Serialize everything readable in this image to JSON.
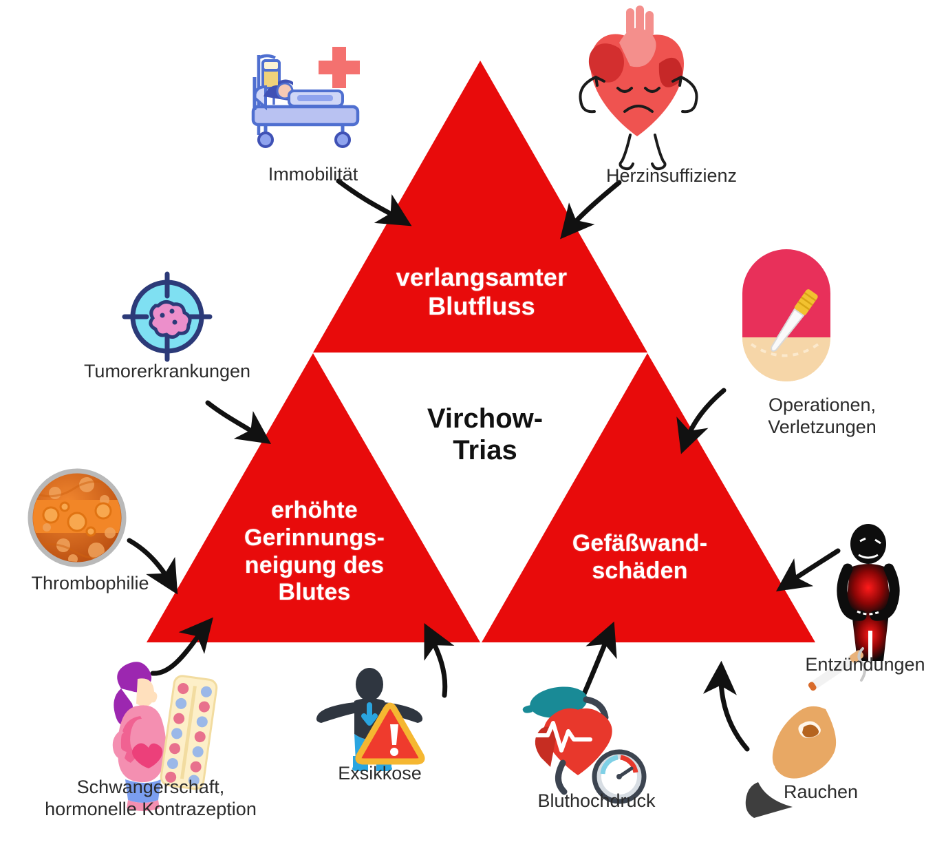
{
  "diagram": {
    "title": "Virchow-Trias",
    "center_line1": "Virchow-",
    "center_line2": "Trias",
    "accent_red": "#E80B0B",
    "text_white": "#FFFFFF",
    "text_dark": "#2B2B2B",
    "background": "#FFFFFF"
  },
  "triangles": [
    {
      "id": "top",
      "label": "verlangsamter Blutfluss",
      "line1": "verlangsamter",
      "line2": "Blutfluss",
      "color": "#E80B0B"
    },
    {
      "id": "left",
      "label": "erhöhte Gerinnungsneigung des Blutes",
      "line1": "erhöhte",
      "line2": "Gerinnungs-",
      "line3": "neigung des",
      "line4": "Blutes",
      "color": "#E80B0B"
    },
    {
      "id": "right",
      "label": "Gefäßwandschäden",
      "line1": "Gefäßwand-",
      "line2": "schäden",
      "color": "#E80B0B"
    }
  ],
  "nodes": [
    {
      "id": "immobilitaet",
      "label": "Immobilität",
      "icon": "hospital-bed-icon",
      "points_to": "top"
    },
    {
      "id": "herzinsuffizienz",
      "label": "Herzinsuffizienz",
      "icon": "sad-heart-icon",
      "points_to": "top"
    },
    {
      "id": "tumorerkrankungen",
      "label": "Tumorerkrankungen",
      "icon": "tumor-target-icon",
      "points_to": "left"
    },
    {
      "id": "operationen",
      "label": "Operationen,\nVerletzungen",
      "icon": "scalpel-incision-icon",
      "points_to": "right"
    },
    {
      "id": "thrombophilie",
      "label": "Thrombophilie",
      "icon": "blood-cells-circle-icon",
      "points_to": "left"
    },
    {
      "id": "entzuendungen",
      "label": "Entzündungen",
      "icon": "inflamed-abdomen-icon",
      "points_to": "right"
    },
    {
      "id": "schwangerschaft",
      "label": "Schwangerschaft,\nhormonelle Kontrazeption",
      "icon": "pregnant-woman-pill-pack-icon",
      "points_to": "left"
    },
    {
      "id": "exsikkose",
      "label": "Exsikkose",
      "icon": "dehydration-warning-icon",
      "points_to": "left"
    },
    {
      "id": "bluthochdruck",
      "label": "Bluthochdruck",
      "icon": "blood-pressure-monitor-icon",
      "points_to": "right"
    },
    {
      "id": "rauchen",
      "label": "Rauchen",
      "icon": "hand-cigarette-icon",
      "points_to": "right"
    }
  ]
}
